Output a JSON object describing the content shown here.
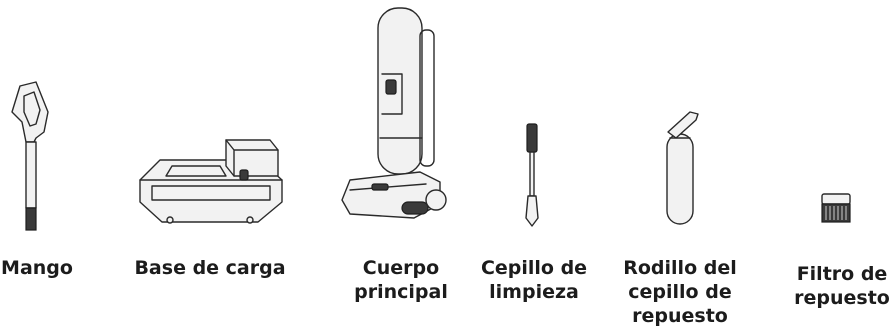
{
  "parts": [
    {
      "icon": "handle-icon",
      "label": "Mango"
    },
    {
      "icon": "charging-base-icon",
      "label": "Base de carga"
    },
    {
      "icon": "main-body-icon",
      "label": "Cuerpo\nprincipal"
    },
    {
      "icon": "cleaning-brush-icon",
      "label": "Cepillo de\nlimpieza"
    },
    {
      "icon": "spare-brush-roller-icon",
      "label": "Rodillo del\ncepillo de\nrepuesto"
    },
    {
      "icon": "spare-filter-icon",
      "label": "Filtro de\nrepuesto"
    }
  ]
}
